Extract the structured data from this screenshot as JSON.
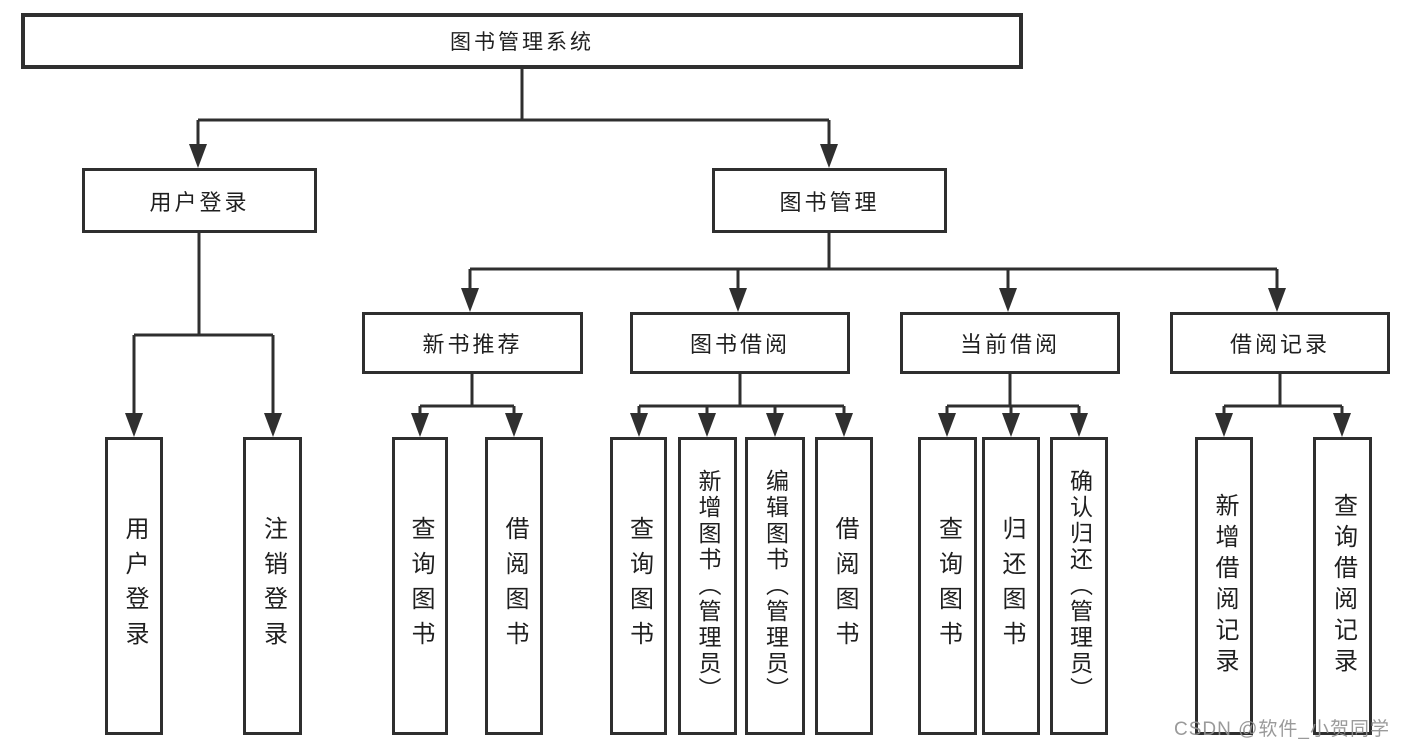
{
  "diagram": {
    "root_label": "图书管理系统",
    "level2": {
      "user_login": "用户登录",
      "book_mgmt": "图书管理"
    },
    "level3": {
      "new_book": "新书推荐",
      "book_borrow": "图书借阅",
      "current_borrow": "当前借阅",
      "borrow_record": "借阅记录"
    },
    "leaves": {
      "login": "用户登录",
      "logout": "注销登录",
      "nb_query": "查询图书",
      "nb_borrow": "借阅图书",
      "bb_query": "查询图书",
      "bb_add": "新增图书（管理员）",
      "bb_edit": "编辑图书（管理员）",
      "bb_borrow": "借阅图书",
      "cb_query": "查询图书",
      "cb_return": "归还图书",
      "cb_confirm": "确认归还（管理员）",
      "br_add": "新增借阅记录",
      "br_query": "查询借阅记录"
    },
    "watermark": "CSDN @软件_小贺同学",
    "colors": {
      "box_border": "#2f2f2f",
      "connector": "#2f2f2f",
      "text": "#1f1f1f",
      "watermark": "#919191",
      "background": "#ffffff"
    }
  }
}
